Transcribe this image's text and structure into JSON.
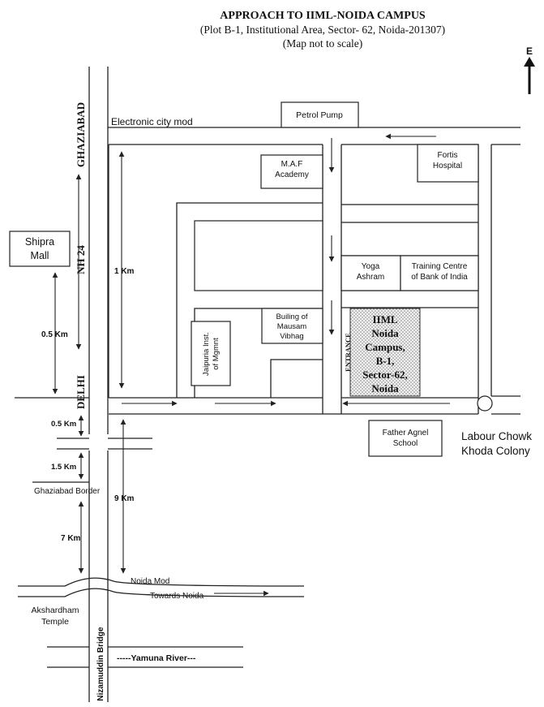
{
  "header": {
    "title": "APPROACH TO IIML-NOIDA CAMPUS",
    "address": "(Plot B-1, Institutional Area, Sector- 62, Noida-201307)",
    "note": "(Map not to scale)"
  },
  "compass": {
    "label": "E",
    "icon": "north-arrow-icon"
  },
  "roads": {
    "electronic_city": "Electronic city mod",
    "nh24_top": "GHAZIABAD",
    "nh24_mid": "NH 24",
    "nh24_bottom": "DELHI",
    "towards_noida": "Towards Noida",
    "noida_mod": "Noida Mod",
    "bridge": "Nizamuddin Bridge",
    "river": "-----Yamuna River---",
    "border": "Ghaziabad Border",
    "entrance": "ENTRANCE"
  },
  "landmarks": {
    "petrol_pump": "Petrol Pump",
    "fortis": [
      "Fortis",
      "Hospital"
    ],
    "maf": [
      "M.A.F",
      "Academy"
    ],
    "shipra": [
      "Shipra",
      "Mall"
    ],
    "yoga": [
      "Yoga",
      "Ashram"
    ],
    "training": [
      "Training Centre",
      "of Bank of India"
    ],
    "mausam": [
      "Builing of",
      "Mausam",
      "Vibhag"
    ],
    "jaipuria": [
      "Jaipuria Inst.",
      "of Mgmnt"
    ],
    "father_agnel": [
      "Father Agnel",
      "School"
    ],
    "labour_chowk": [
      "Labour Chowk",
      "Khoda Colony"
    ],
    "akshardham": [
      "Akshardham",
      "Temple"
    ]
  },
  "campus": [
    "IIML",
    "Noida",
    "Campus,",
    "B-1,",
    "Sector-62,",
    "Noida"
  ],
  "distances": {
    "d1": "1 Km",
    "d2": "0.5 Km",
    "d3": "0.5 Km",
    "d4": "1.5 Km",
    "d5": "7 Km",
    "d6": "9 Km"
  }
}
